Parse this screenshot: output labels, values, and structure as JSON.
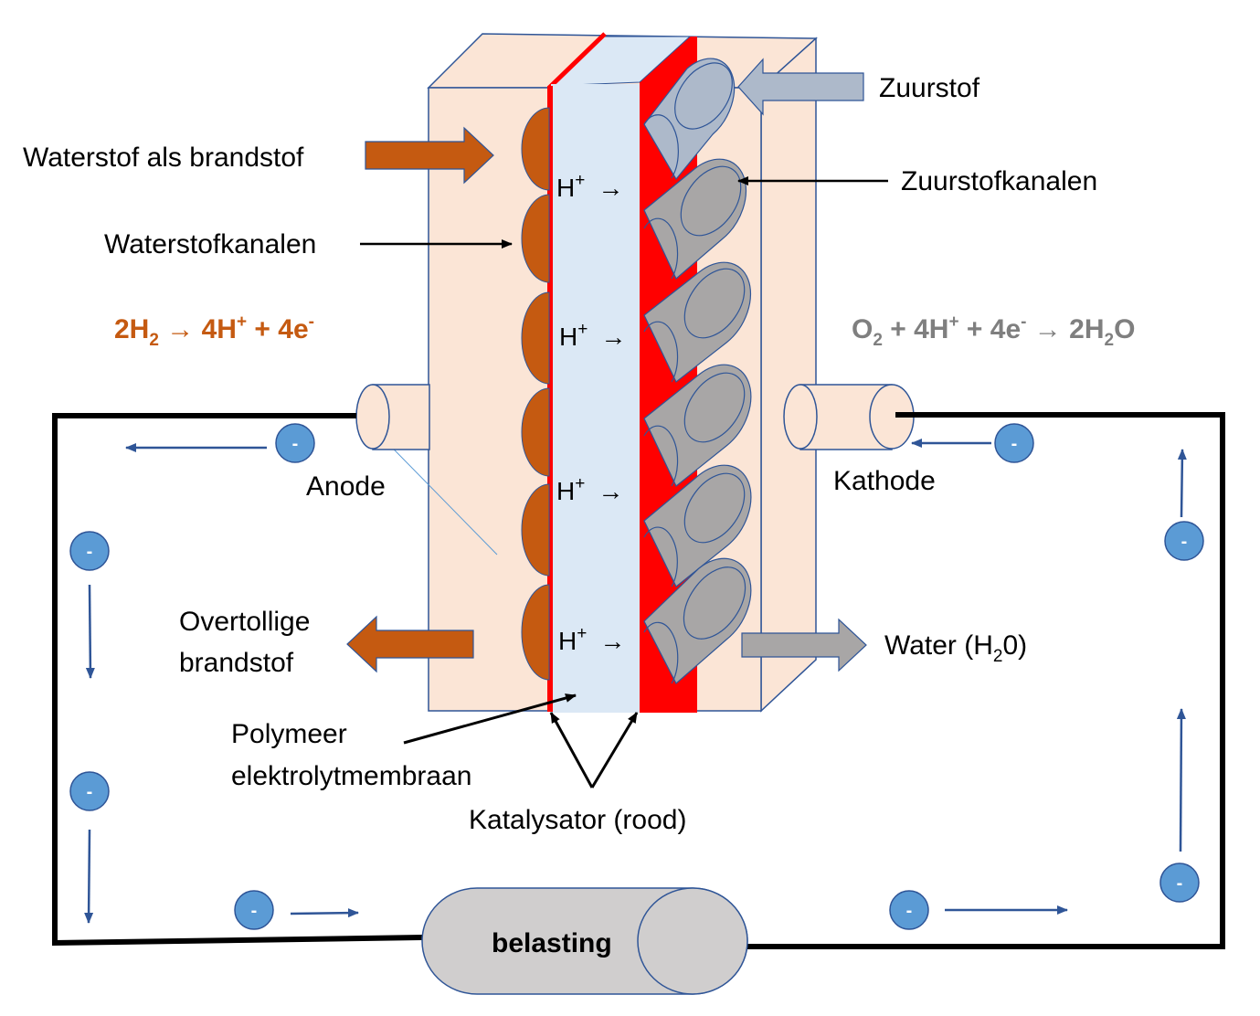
{
  "labels": {
    "hydrogen_fuel": "Waterstof als brandstof",
    "hydrogen_channels": "Waterstofkanalen",
    "oxygen": "Zuurstof",
    "oxygen_channels": "Zuurstofkanalen",
    "anode": "Anode",
    "cathode": "Kathode",
    "excess_fuel_line1": "Overtollige",
    "excess_fuel_line2": "brandstof",
    "water": "Water (H",
    "water_sub": "2",
    "water_end": "0)",
    "membrane_line1": "Polymeer",
    "membrane_line2": "elektrolytmembraan",
    "catalyst": "Katalysator (rood)",
    "load": "belasting"
  },
  "anode_equation": {
    "coef1": "2H",
    "sub1": "2",
    "arrow": " → 4H",
    "sup1": "+",
    "rest": " + 4e",
    "sup2": "-"
  },
  "cathode_equation": {
    "o": "O",
    "sub1": "2",
    "mid": " + 4H",
    "sup1": "+",
    "mid2": " + 4e",
    "sup2": "-",
    "arrow": " → 2H",
    "sub2": "2",
    "end": "O"
  },
  "proton": {
    "symbol": "H",
    "charge": "+",
    "arrow": "→"
  },
  "electron_symbol": "-",
  "colors": {
    "housing": "#fbe5d6",
    "membrane": "#dbe8f5",
    "catalyst": "#ff0000",
    "hydrogen": "#c55a11",
    "oxygen_channel": "#a8a6a6",
    "oxygen_inlet": "#adb9ca",
    "electron": "#5b9bd5",
    "flow_arrow": "#2f5597",
    "load": "#d0cece",
    "anode_eq": "#c55a11",
    "cathode_eq": "#7f7f7f"
  }
}
